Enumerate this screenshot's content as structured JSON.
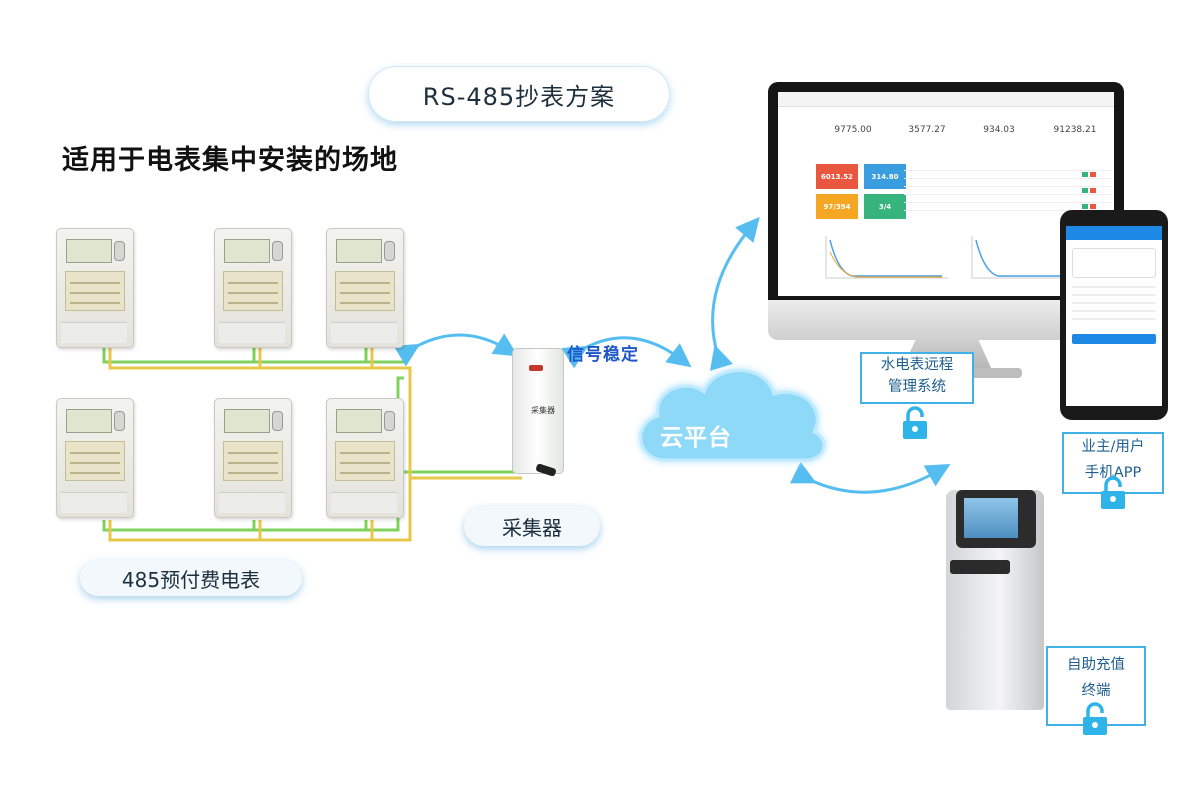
{
  "title": "RS-485抄表方案",
  "subtitle": "适用于电表集中安装的场地",
  "labels": {
    "signal": "信号稳定",
    "cloud": "云平台",
    "collector": "采集器",
    "meters": "485预付费电表",
    "collector_device_text": "采集器"
  },
  "boxes": {
    "remote_line1": "水电表远程",
    "remote_line2": "管理系统",
    "app_line1": "业主/用户",
    "app_line2": "手机APP",
    "kiosk_line1": "自助充值",
    "kiosk_line2": "终端"
  },
  "dashboard": {
    "stats": [
      "9775.00",
      "3577.27",
      "934.03",
      "91238.21"
    ],
    "tiles": [
      "6013.52",
      "314.80",
      "97/394",
      "3/4"
    ]
  },
  "colors": {
    "accent_blue": "#3fb1e6",
    "title_blue": "#1e56c8",
    "wire_green": "#7fd35c",
    "wire_yellow": "#e8c84a",
    "tile_red": "#e9573f",
    "tile_blue": "#3a9de0",
    "tile_orange": "#f5a623",
    "tile_green": "#37b37e"
  },
  "icons": [
    "lock-icon",
    "cloud-icon",
    "antenna-icon"
  ]
}
